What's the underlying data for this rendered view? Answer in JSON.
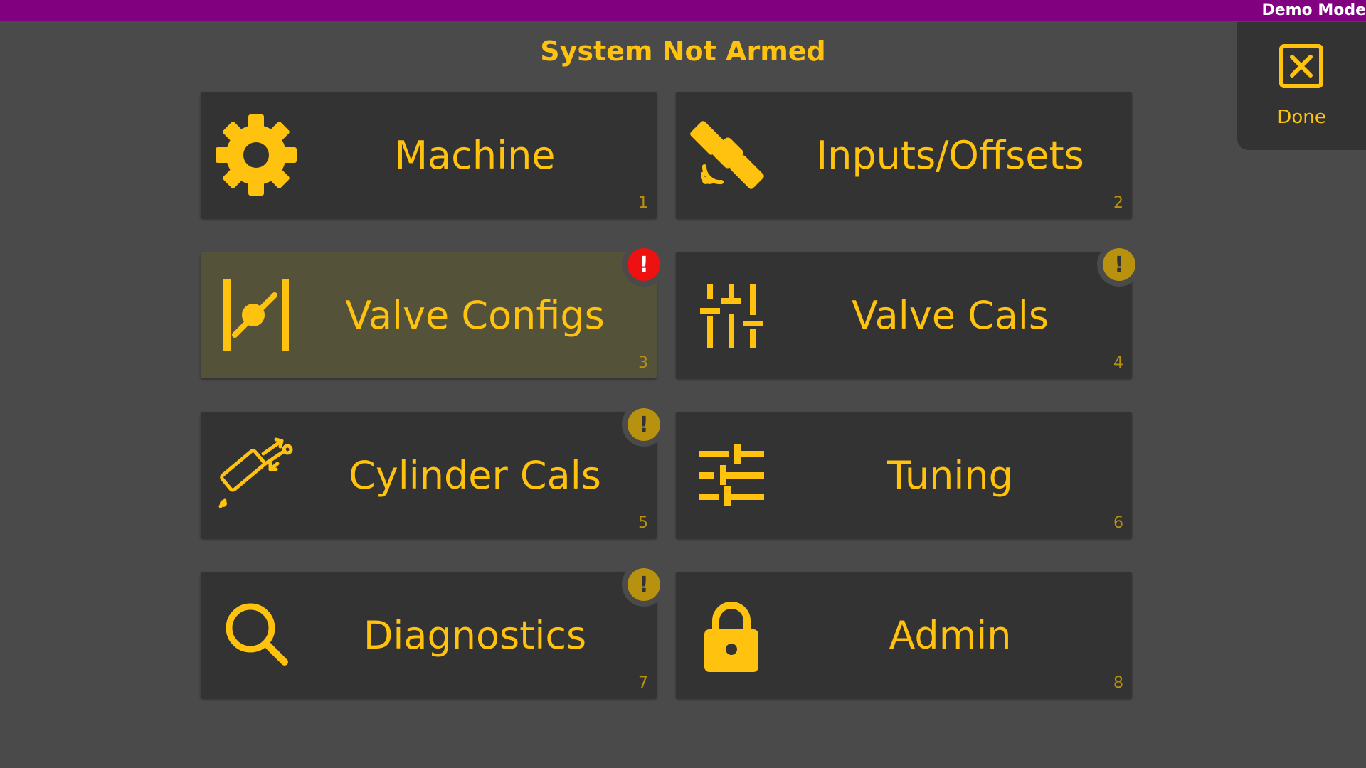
{
  "header": {
    "demo_label": "Demo Mode",
    "status_title": "System Not Armed"
  },
  "done": {
    "label": "Done",
    "icon": "close-box-icon"
  },
  "tiles": [
    {
      "label": "Machine",
      "number": "1",
      "icon": "gear-icon"
    },
    {
      "label": "Inputs/Offsets",
      "number": "2",
      "icon": "satellite-icon"
    },
    {
      "label": "Valve Configs",
      "number": "3",
      "icon": "valve-icon",
      "selected": true,
      "badge": "!",
      "badge_type": "error"
    },
    {
      "label": "Valve Cals",
      "number": "4",
      "icon": "sliders-vertical-icon",
      "badge": "!",
      "badge_type": "warning"
    },
    {
      "label": "Cylinder Cals",
      "number": "5",
      "icon": "cylinder-icon",
      "badge": "!",
      "badge_type": "warning"
    },
    {
      "label": "Tuning",
      "number": "6",
      "icon": "sliders-horizontal-icon"
    },
    {
      "label": "Diagnostics",
      "number": "7",
      "icon": "search-icon",
      "badge": "!",
      "badge_type": "warning"
    },
    {
      "label": "Admin",
      "number": "8",
      "icon": "lock-icon"
    }
  ],
  "colors": {
    "accent": "#ffc20e",
    "demo_bar": "#800080",
    "background": "#4a4a4a",
    "tile": "#333333",
    "tile_selected": "#54533a",
    "badge_error": "#ee1111",
    "badge_warning": "#b8920f"
  }
}
